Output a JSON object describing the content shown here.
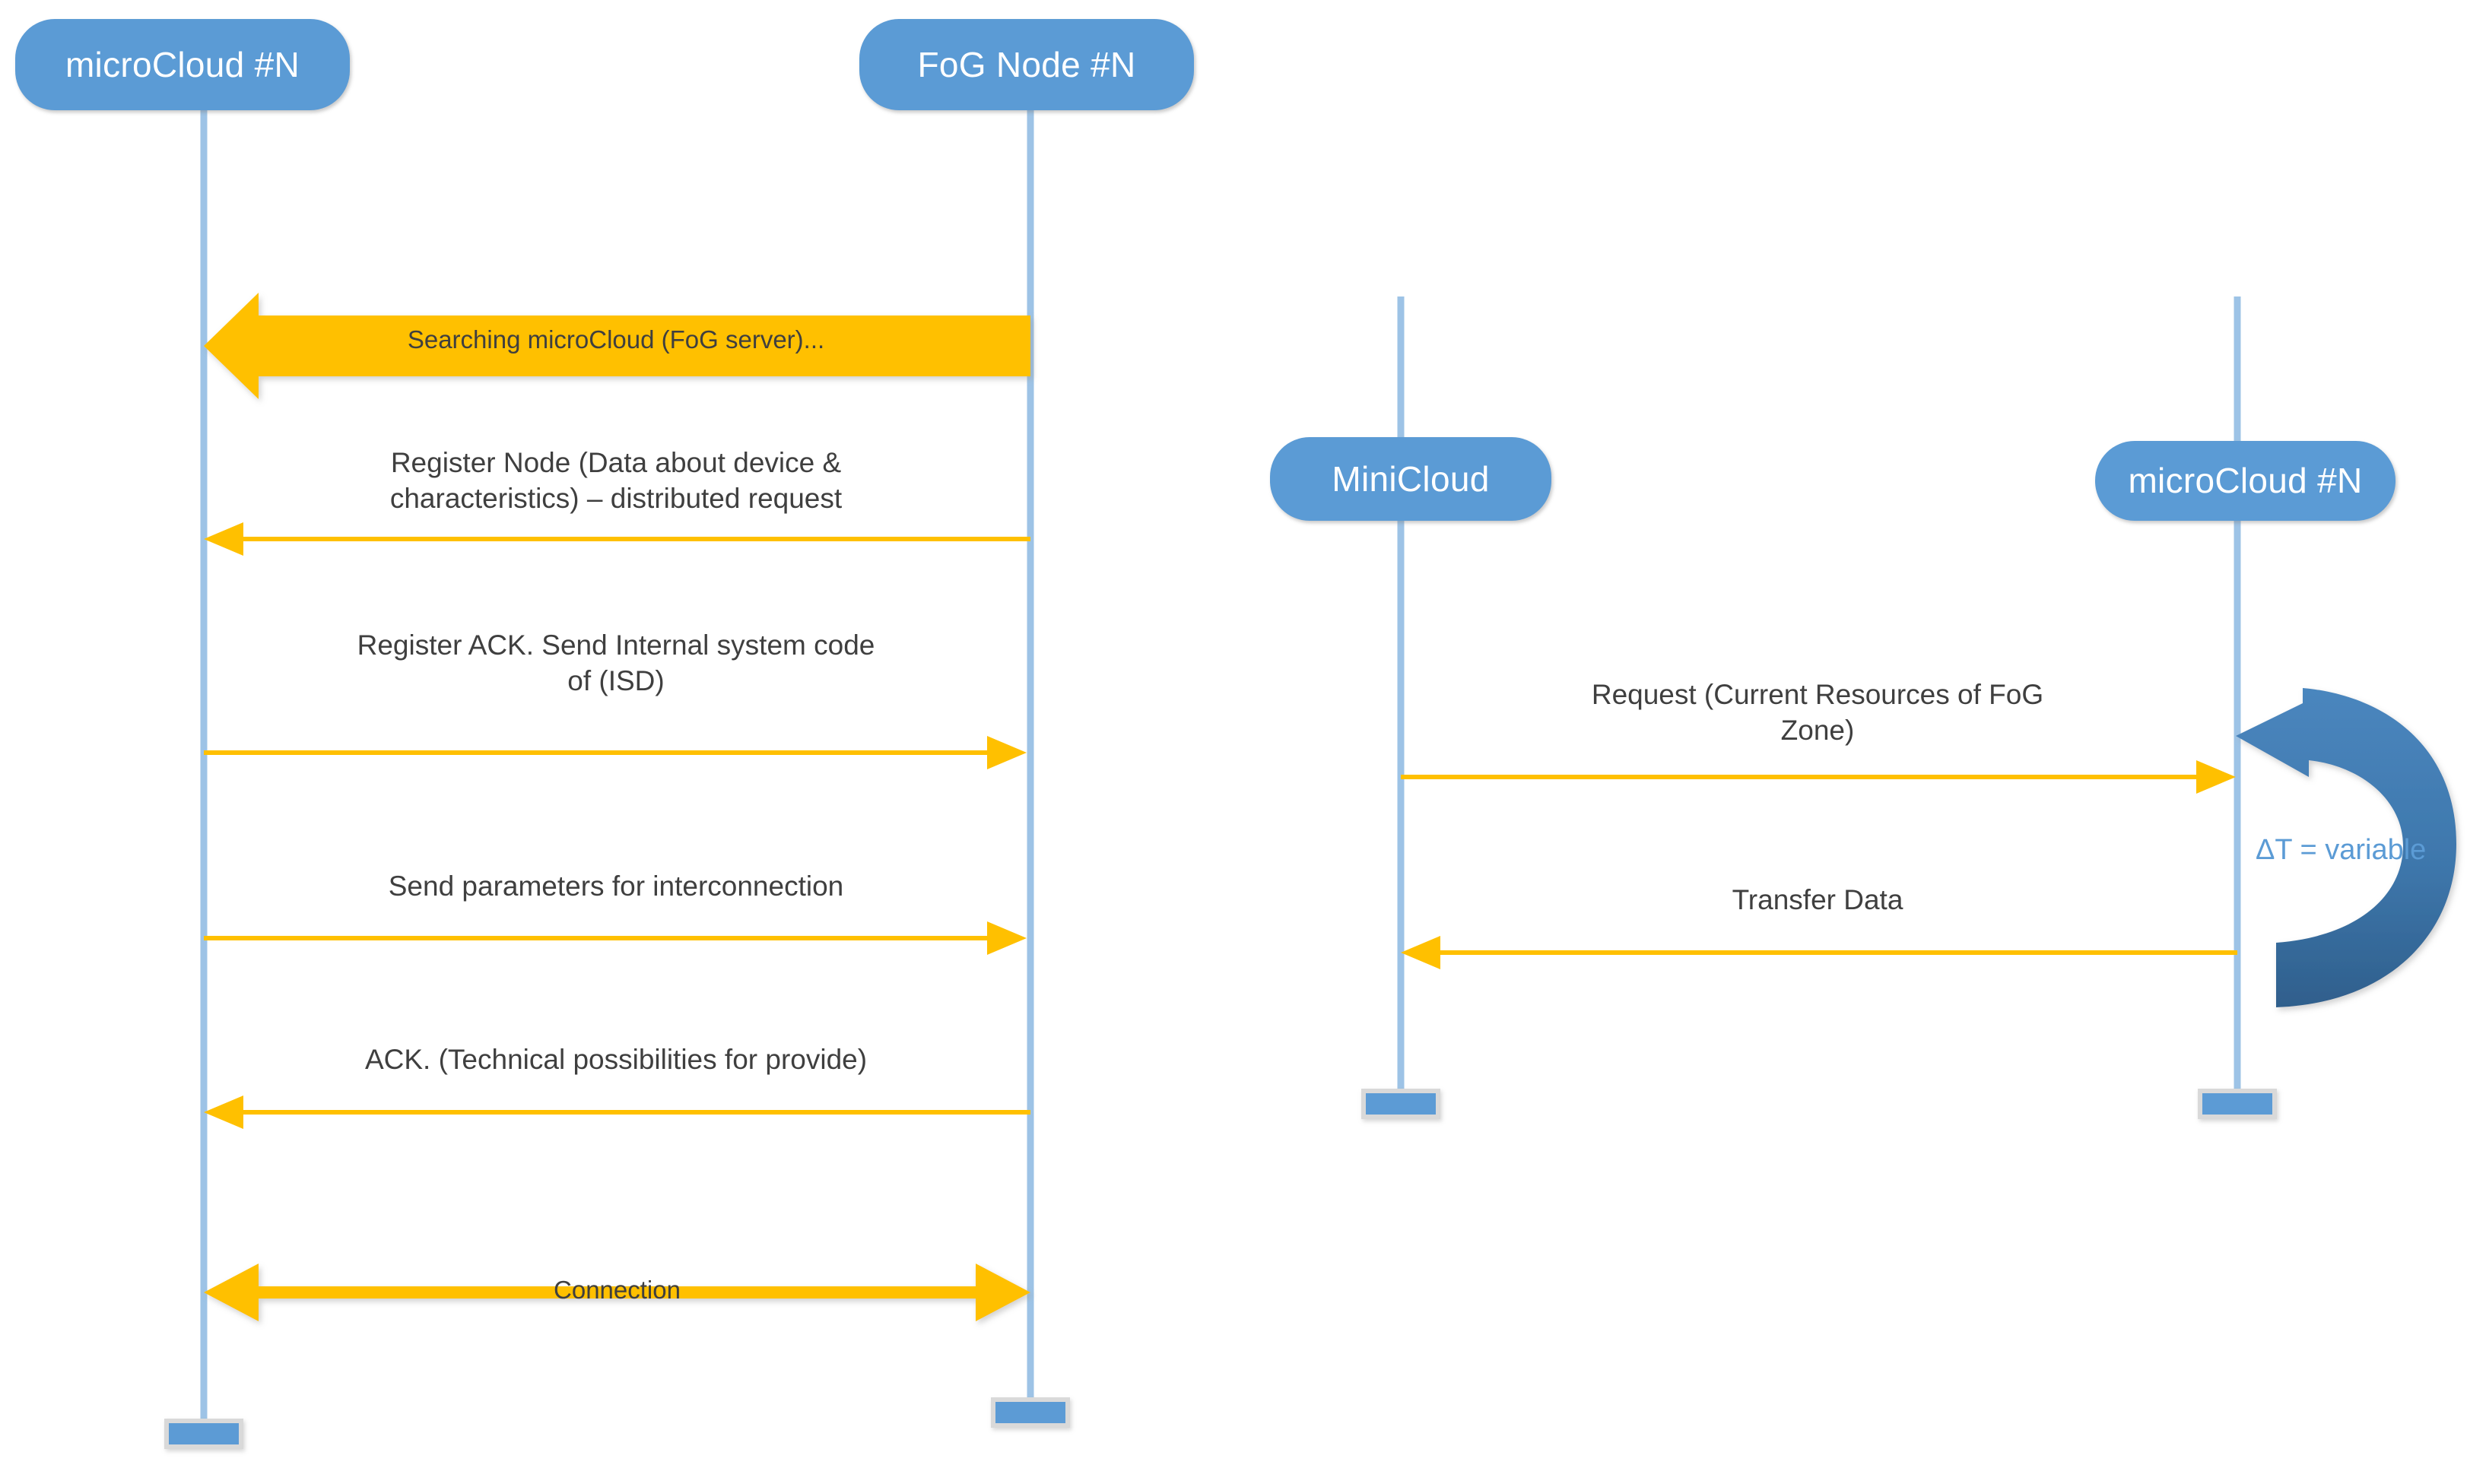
{
  "diagram": {
    "title": "FoG node registration and microCloud resource exchange sequence",
    "colors": {
      "node_fill": "#5B9BD5",
      "node_text": "#FFFFFF",
      "lifeline": "#9DC3E6",
      "arrow_yellow": "#FFC000",
      "arrow_yellow_light": "#FFD966",
      "loop_blue": "#3C74A8",
      "label_text": "#3F3F3F",
      "dt_text": "#5B9BD5",
      "background": "#FFFFFF"
    }
  },
  "left_panel": {
    "name": "registration-sequence",
    "participants": [
      {
        "id": "microcloud-left",
        "label": "microCloud #N"
      },
      {
        "id": "fognode",
        "label": "FoG Node #N"
      }
    ],
    "messages": [
      {
        "id": "searching-microcloud",
        "text": "Searching microCloud (FoG server)...",
        "direction": "right-to-left",
        "style": "block-arrow",
        "from": "fognode",
        "to": "microcloud-left"
      },
      {
        "id": "register-node",
        "text": "Register Node (Data about device &\ncharacteristics) – distributed request",
        "direction": "right-to-left",
        "style": "thin-arrow",
        "from": "fognode",
        "to": "microcloud-left"
      },
      {
        "id": "register-ack",
        "text": "Register ACK. Send Internal system code\nof (ISD)",
        "direction": "left-to-right",
        "style": "thin-arrow",
        "from": "microcloud-left",
        "to": "fognode"
      },
      {
        "id": "send-parameters",
        "text": "Send parameters for interconnection",
        "direction": "left-to-right",
        "style": "thin-arrow",
        "from": "microcloud-left",
        "to": "fognode"
      },
      {
        "id": "ack-technical",
        "text": "ACK. (Technical possibilities for provide)",
        "direction": "right-to-left",
        "style": "thin-arrow",
        "from": "fognode",
        "to": "microcloud-left"
      },
      {
        "id": "connection",
        "text": "Connection",
        "direction": "bidirectional",
        "style": "block-arrow",
        "from": "microcloud-left",
        "to": "fognode"
      }
    ]
  },
  "right_panel": {
    "name": "resource-exchange-sequence",
    "participants": [
      {
        "id": "minicloud",
        "label": "MiniCloud"
      },
      {
        "id": "microcloud-right",
        "label": "microCloud #N"
      }
    ],
    "messages": [
      {
        "id": "request-resources",
        "text": "Request (Current Resources of FoG\nZone)",
        "direction": "left-to-right",
        "style": "thin-arrow",
        "from": "minicloud",
        "to": "microcloud-right"
      },
      {
        "id": "transfer-data",
        "text": "Transfer Data",
        "direction": "right-to-left",
        "style": "thin-arrow",
        "from": "microcloud-right",
        "to": "minicloud"
      }
    ],
    "self_loop": {
      "id": "delta-t-loop",
      "label": "ΔT = variable",
      "on": "microcloud-right"
    }
  }
}
